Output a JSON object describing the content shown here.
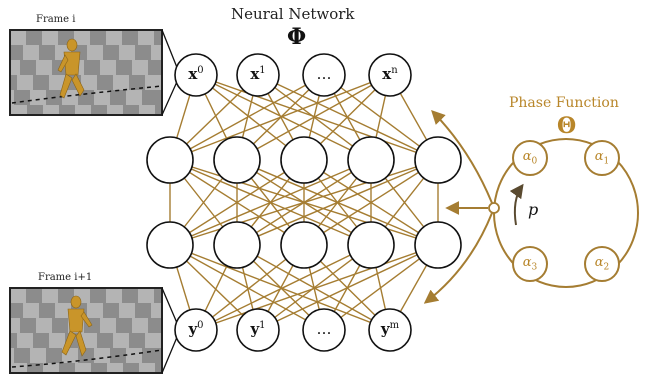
{
  "title": "Neural Network",
  "phi": "Φ",
  "frame_top_label": "Frame i",
  "frame_bottom_label": "Frame i+1",
  "phase": {
    "title": "Phase Function",
    "symbol": "Θ",
    "variable": "p",
    "alphas": [
      {
        "base": "α",
        "sub": "0"
      },
      {
        "base": "α",
        "sub": "1"
      },
      {
        "base": "α",
        "sub": "3"
      },
      {
        "base": "α",
        "sub": "2"
      }
    ]
  },
  "inputs": [
    {
      "base": "x",
      "sup": "0"
    },
    {
      "base": "x",
      "sup": "1"
    },
    {
      "base": "…",
      "sup": ""
    },
    {
      "base": "x",
      "sup": "n"
    }
  ],
  "outputs": [
    {
      "base": "y",
      "sup": "0"
    },
    {
      "base": "y",
      "sup": "1"
    },
    {
      "base": "…",
      "sup": ""
    },
    {
      "base": "y",
      "sup": "m"
    }
  ],
  "colors": {
    "gold": "#b8862a",
    "edge": "#a57d32",
    "node_stroke": "#111111",
    "floor_dark": "#8c8c8c",
    "floor_light": "#b4b4b4",
    "character": "#c9952a"
  }
}
